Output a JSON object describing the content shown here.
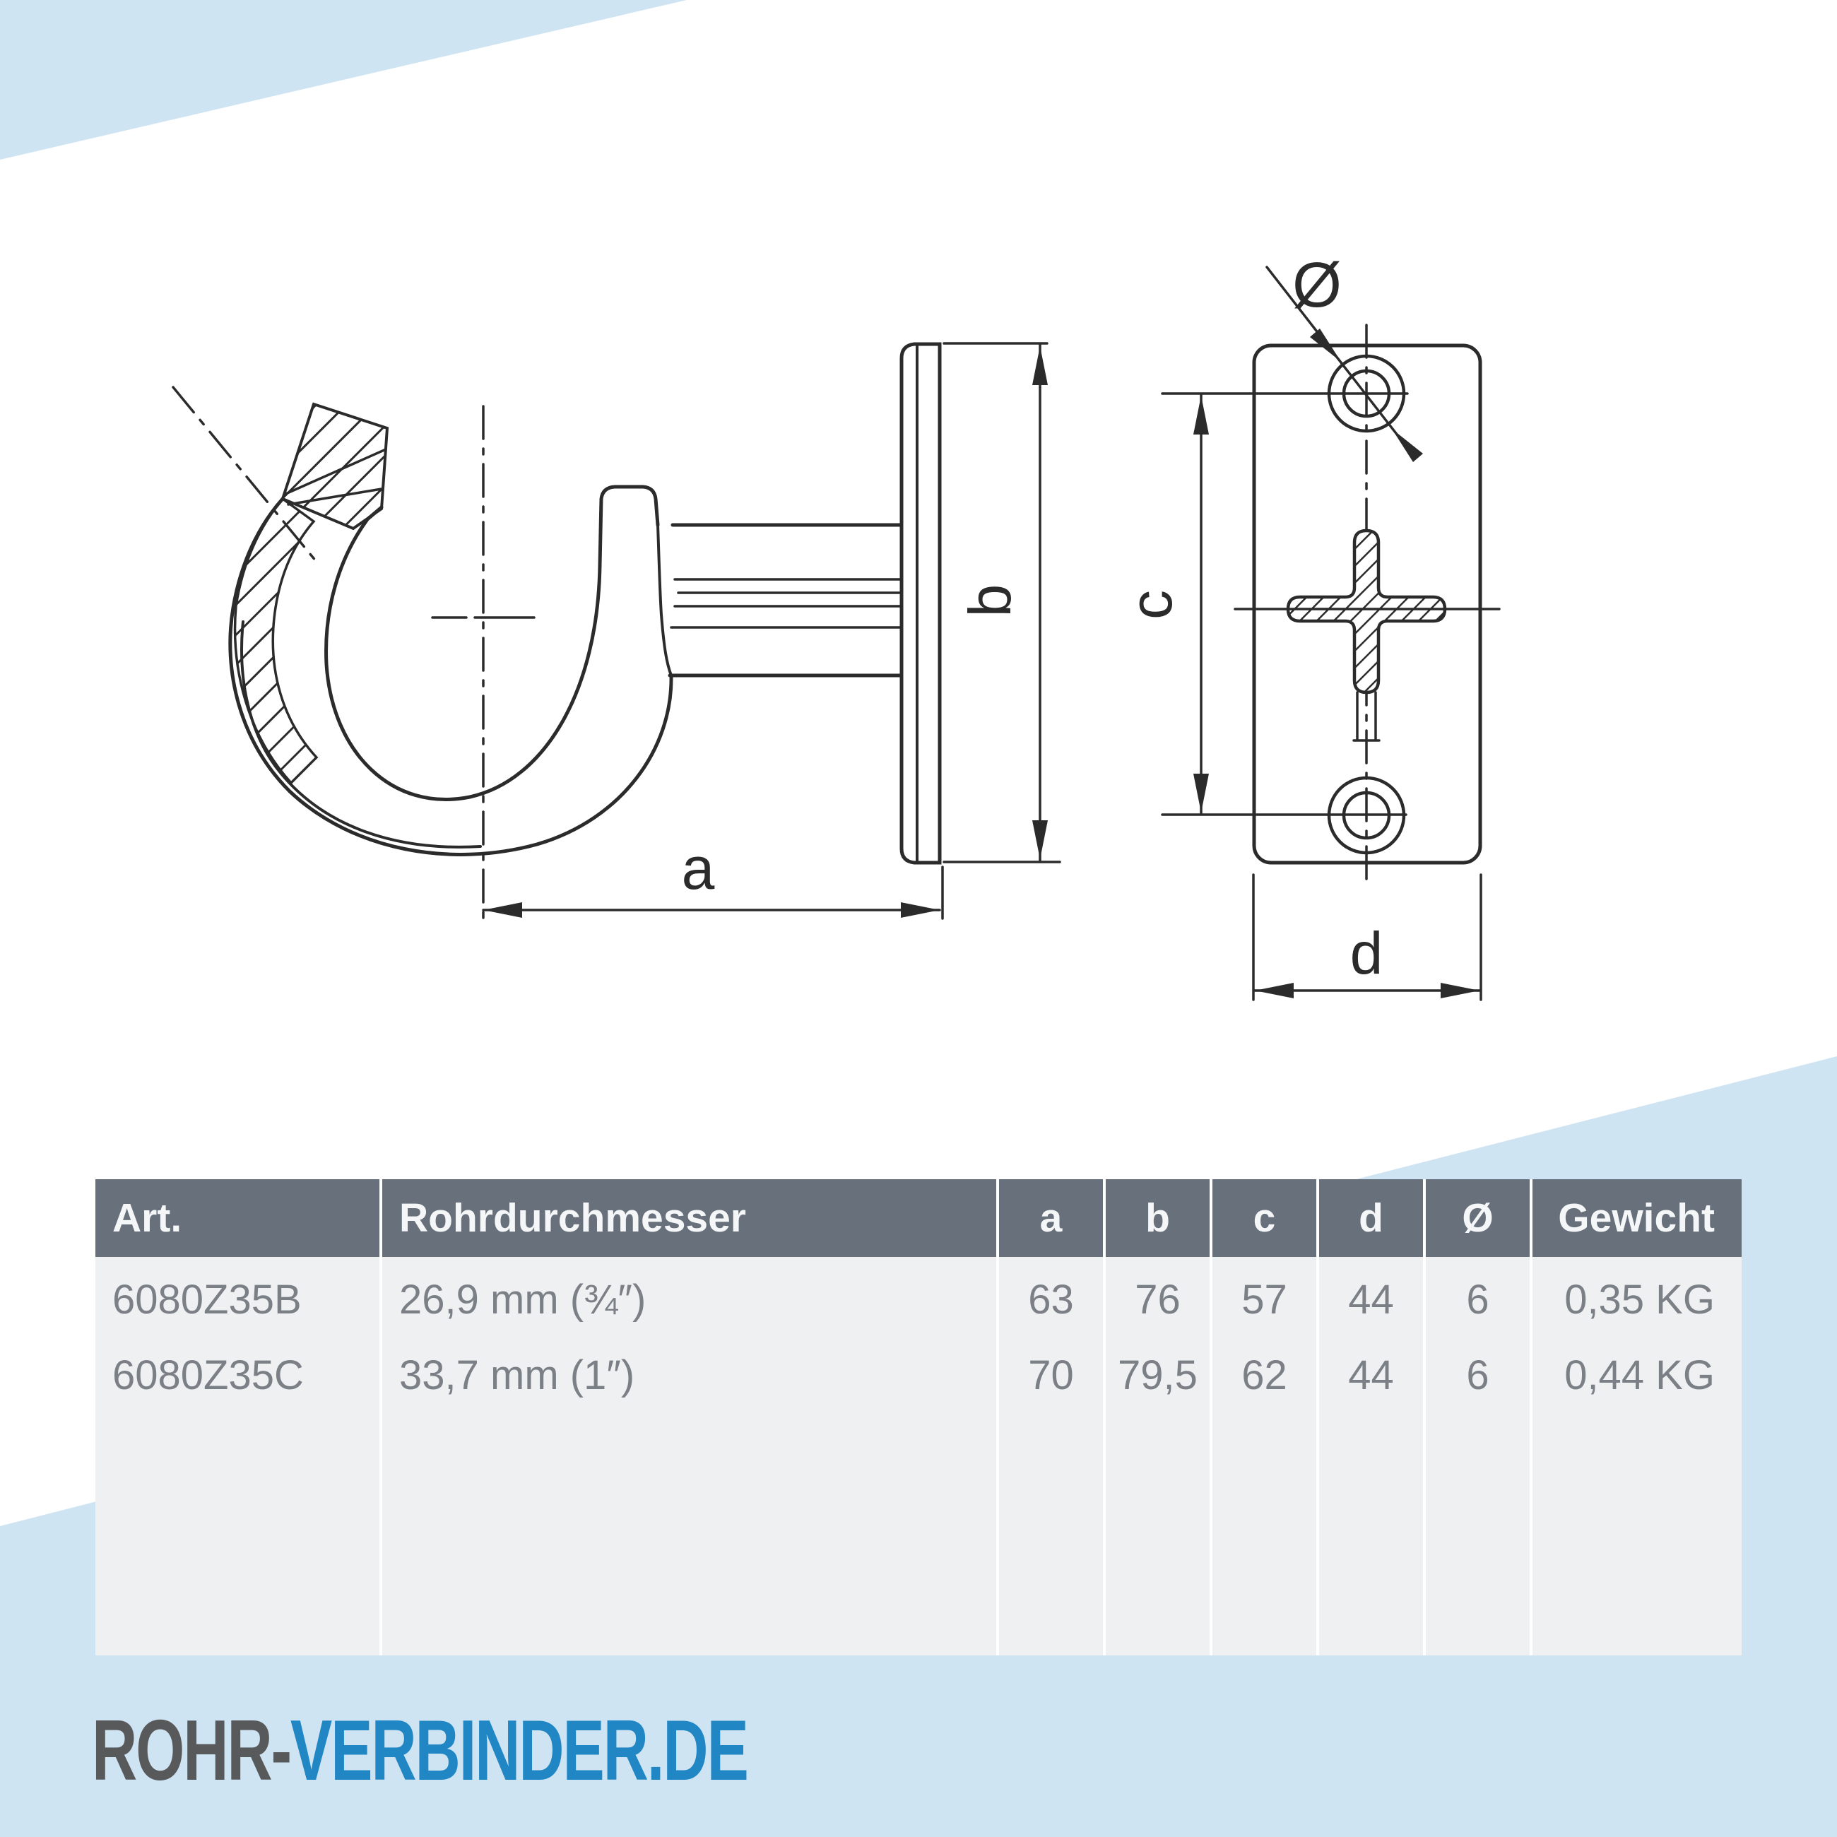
{
  "colors": {
    "accent_blue": "#cfe4f2",
    "header_bg": "#68717b",
    "body_bg": "#eff0f2",
    "row_text": "#7b8087",
    "line": "#2b2b2b",
    "logo_gray": "#58595b",
    "logo_blue": "#2186c4"
  },
  "drawing": {
    "labels": {
      "a": "a",
      "b": "b",
      "c": "c",
      "d": "d",
      "diameter": "Ø"
    }
  },
  "table": {
    "headers": [
      "Art.",
      "Rohrdurchmesser",
      "a",
      "b",
      "c",
      "d",
      "Ø",
      "Gewicht"
    ],
    "rows": [
      [
        "6080Z35B",
        "26,9 mm (¾″)",
        "63",
        "76",
        "57",
        "44",
        "6",
        "0,35 KG"
      ],
      [
        "6080Z35C",
        "33,7 mm (1″)",
        "70",
        "79,5",
        "62",
        "44",
        "6",
        "0,44 KG"
      ]
    ]
  },
  "logo": {
    "part1": "ROHR-",
    "part2": "VERBINDER.DE"
  }
}
